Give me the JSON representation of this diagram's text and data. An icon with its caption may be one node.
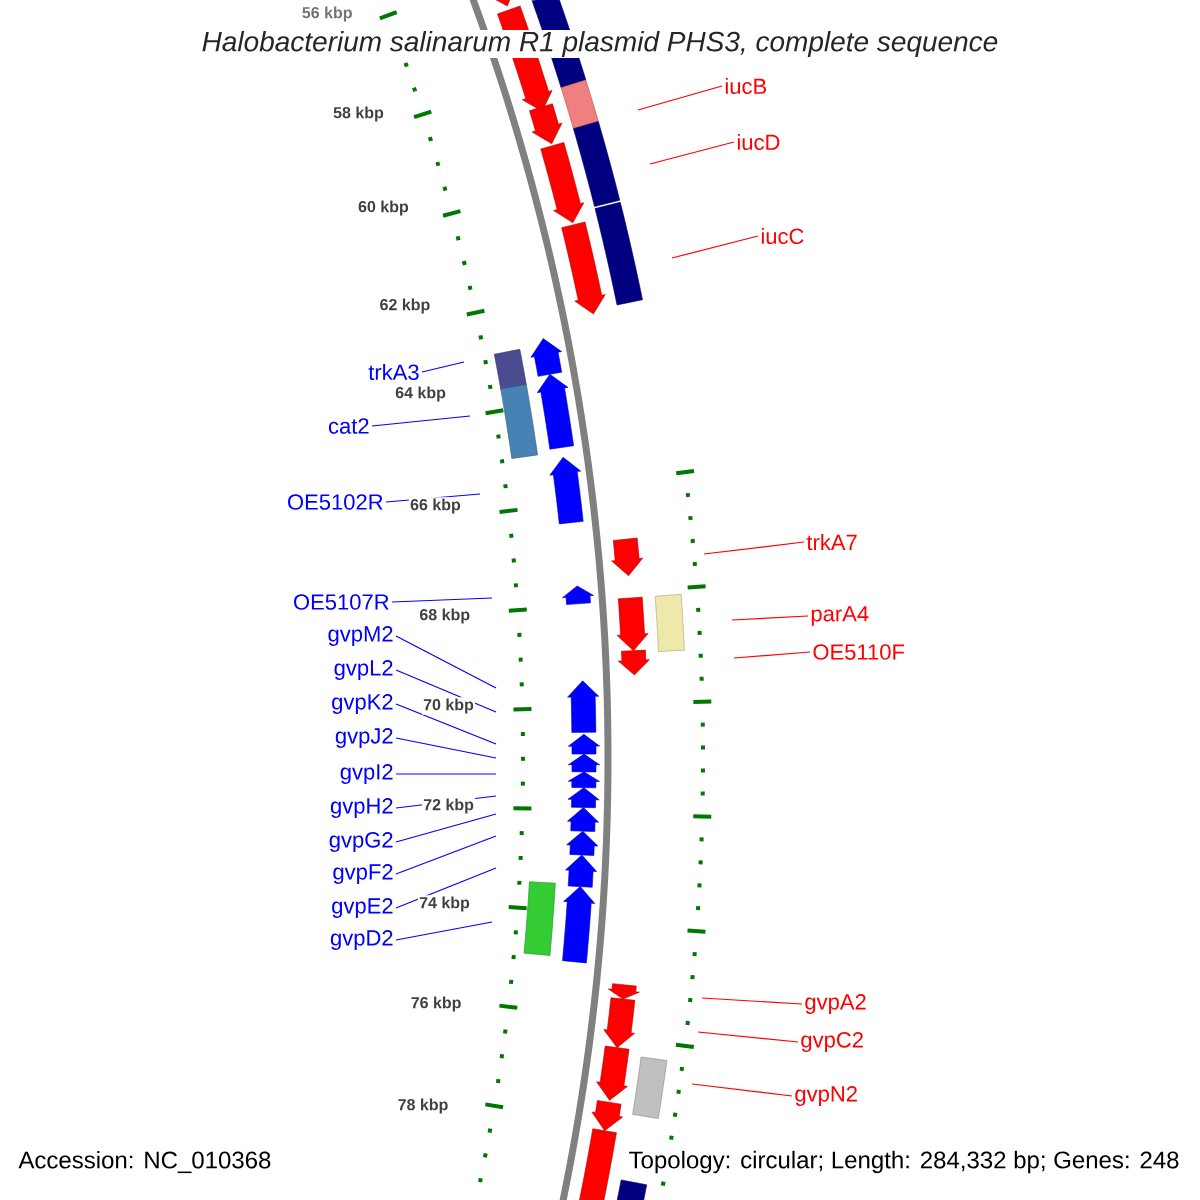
{
  "diagram": {
    "title": "*Halobacterium salinarum* R1 plasmid PHS3, complete sequence",
    "nodes": [
      {
        "text": [
          "iucB"
        ]
      },
      {
        "text": [
          "iucD"
        ]
      },
      {
        "text": [
          "iucC"
        ]
      },
      {
        "text": [
          "trkA3"
        ]
      },
      {
        "text": [
          "cat2"
        ]
      },
      {
        "text": [
          "OE5102R"
        ]
      },
      {
        "text": [
          "trkA7"
        ]
      },
      {
        "text": [
          "OE5107R"
        ]
      },
      {
        "text": [
          "parA4"
        ]
      },
      {
        "text": [
          "gvpM2"
        ]
      },
      {
        "text": [
          "OE5110F"
        ]
      },
      {
        "text": [
          "gvpL2"
        ]
      },
      {
        "text": [
          "gvpK2"
        ]
      },
      {
        "text": [
          "gvpJ2"
        ]
      },
      {
        "text": [
          "gvpI2"
        ]
      },
      {
        "text": [
          "gvpH2"
        ]
      },
      {
        "text": [
          "gvpG2"
        ]
      },
      {
        "text": [
          "gvpF2"
        ]
      },
      {
        "text": [
          "gvpE2"
        ]
      },
      {
        "text": [
          "gvpD2"
        ]
      },
      {
        "text": [
          "gvpA2"
        ]
      },
      {
        "text": [
          "gvpC2"
        ]
      },
      {
        "text": [
          "gvpN2"
        ]
      }
    ],
    "edges": [
      {
        "from": 0,
        "to": null,
        "arrow": "none",
        "color": "#ff0000"
      },
      {
        "from": 1,
        "to": null,
        "arrow": "none",
        "color": "#ff0000"
      },
      {
        "from": 2,
        "to": null,
        "arrow": "none",
        "color": "#ff0000"
      },
      {
        "from": 3,
        "to": null,
        "arrow": "none"
      },
      {
        "from": 4,
        "to": null,
        "arrow": "none"
      },
      {
        "from": 5,
        "to": null,
        "arrow": "none"
      },
      {
        "from": 6,
        "to": null,
        "arrow": "none",
        "color": "#ff0000"
      },
      {
        "from": 7,
        "to": null,
        "arrow": "none"
      },
      {
        "from": 8,
        "to": null,
        "arrow": "none",
        "color": "#ff0000"
      },
      {
        "from": 9,
        "to": null,
        "arrow": "none"
      },
      {
        "from": 10,
        "to": null,
        "arrow": "none",
        "color": "#ff0000"
      },
      {
        "from": 11,
        "to": null,
        "arrow": "none"
      },
      {
        "from": 12,
        "to": null,
        "arrow": "none"
      },
      {
        "from": 13,
        "to": null,
        "arrow": "none"
      },
      {
        "from": 14,
        "to": null,
        "arrow": "none"
      },
      {
        "from": 15,
        "to": null,
        "arrow": "none"
      },
      {
        "from": 16,
        "to": null,
        "arrow": "none"
      },
      {
        "from": 17,
        "to": null,
        "arrow": "none"
      },
      {
        "from": 18,
        "to": null,
        "arrow": "none"
      },
      {
        "from": 19,
        "to": null,
        "arrow": "none"
      },
      {
        "from": 20,
        "to": null,
        "arrow": "none",
        "color": "#ff0000"
      },
      {
        "from": 21,
        "to": null,
        "arrow": "none",
        "color": "#ff0000"
      },
      {
        "from": 22,
        "to": null,
        "arrow": "none",
        "color": "#ff0000"
      }
    ],
    "labels": [
      "56 kbp",
      "58 kbp",
      "60 kbp",
      "62 kbp",
      "64 kbp",
      "66 kbp",
      "68 kbp",
      "70 kbp",
      "72 kbp",
      "74 kbp",
      "76 kbp",
      "78 kbp",
      "Accession: NC_010368",
      "Topology: circular; Length: 284,332 bp; Genes: 248"
    ]
  }
}
